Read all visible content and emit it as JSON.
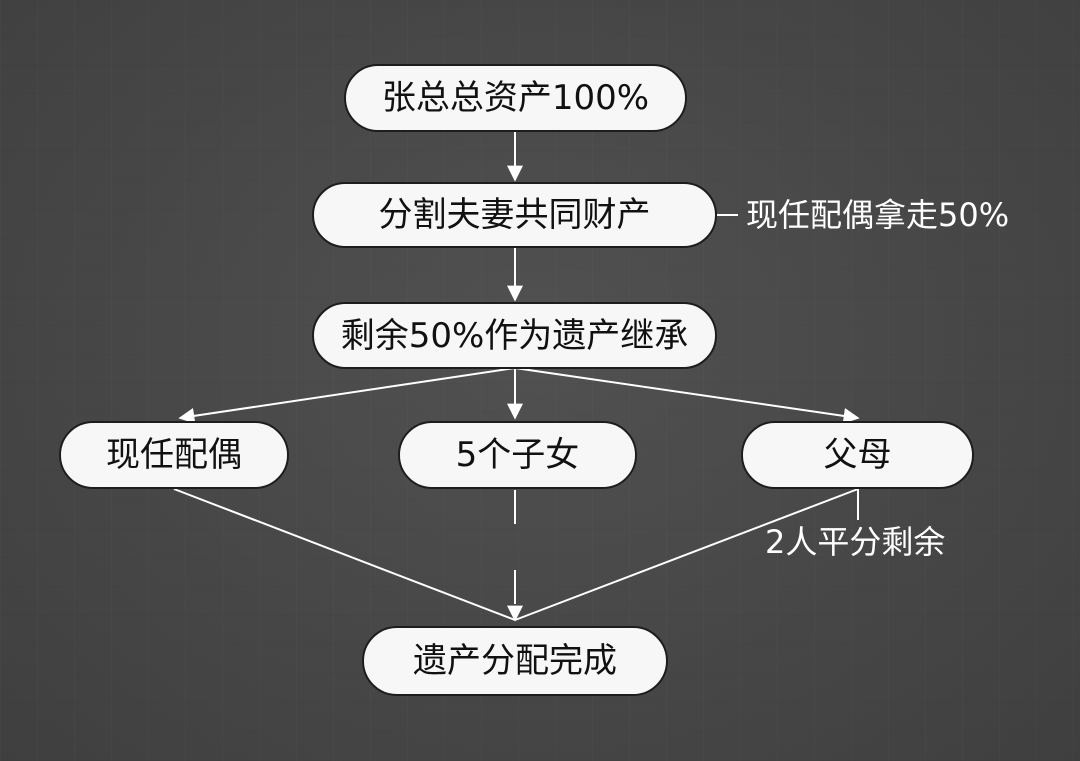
{
  "nodes": {
    "total_assets": "张总总资产100%",
    "split_marital": "分割夫妻共同财产",
    "remaining_inheritance": "剩余50%作为遗产继承",
    "current_spouse": "现任配偶",
    "five_children": "5个子女",
    "parents": "父母",
    "distribution_complete": "遗产分配完成"
  },
  "annotations": {
    "spouse_takes": "现任配偶拿走50%",
    "two_split_remaining": "2人平分剩余"
  },
  "colors": {
    "background": "#4a4a4a",
    "node_fill": "#f7f7f7",
    "node_text": "#111111",
    "line": "#ffffff"
  }
}
